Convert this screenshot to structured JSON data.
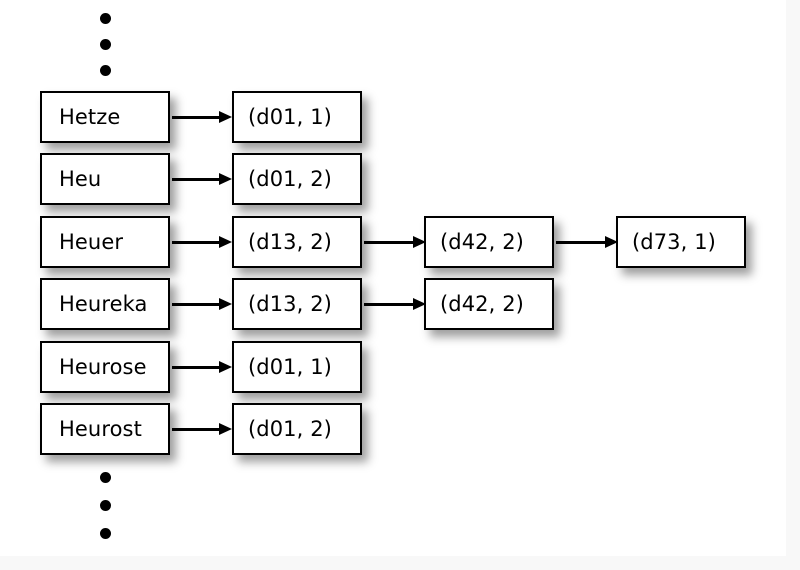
{
  "figure": {
    "type": "dictionary-posting-list-diagram",
    "background_color": "#ffffff",
    "page_edge_color": "#f8f8f8",
    "stroke_color": "#000000"
  },
  "ellipsis_top": {
    "count": 3,
    "glyph": "dot"
  },
  "ellipsis_bottom": {
    "count": 3,
    "glyph": "dot"
  },
  "terms": [
    {
      "label": "Hetze"
    },
    {
      "label": "Heu"
    },
    {
      "label": "Heuer"
    },
    {
      "label": "Heureka"
    },
    {
      "label": "Heurose"
    },
    {
      "label": "Heurost"
    }
  ],
  "postings": [
    {
      "row": 0,
      "label": "(d01, 1)"
    },
    {
      "row": 1,
      "label": "(d01, 2)"
    },
    {
      "row": 2,
      "label": "(d13, 2)"
    },
    {
      "row": 3,
      "label": "(d13, 2)"
    },
    {
      "row": 4,
      "label": "(d01, 1)"
    },
    {
      "row": 5,
      "label": "(d01, 2)"
    }
  ],
  "postings_col3": [
    {
      "row": 2,
      "label": "(d42, 2)"
    },
    {
      "row": 3,
      "label": "(d42, 2)"
    }
  ],
  "postings_col4": [
    {
      "row": 2,
      "label": "(d73, 1)"
    }
  ]
}
